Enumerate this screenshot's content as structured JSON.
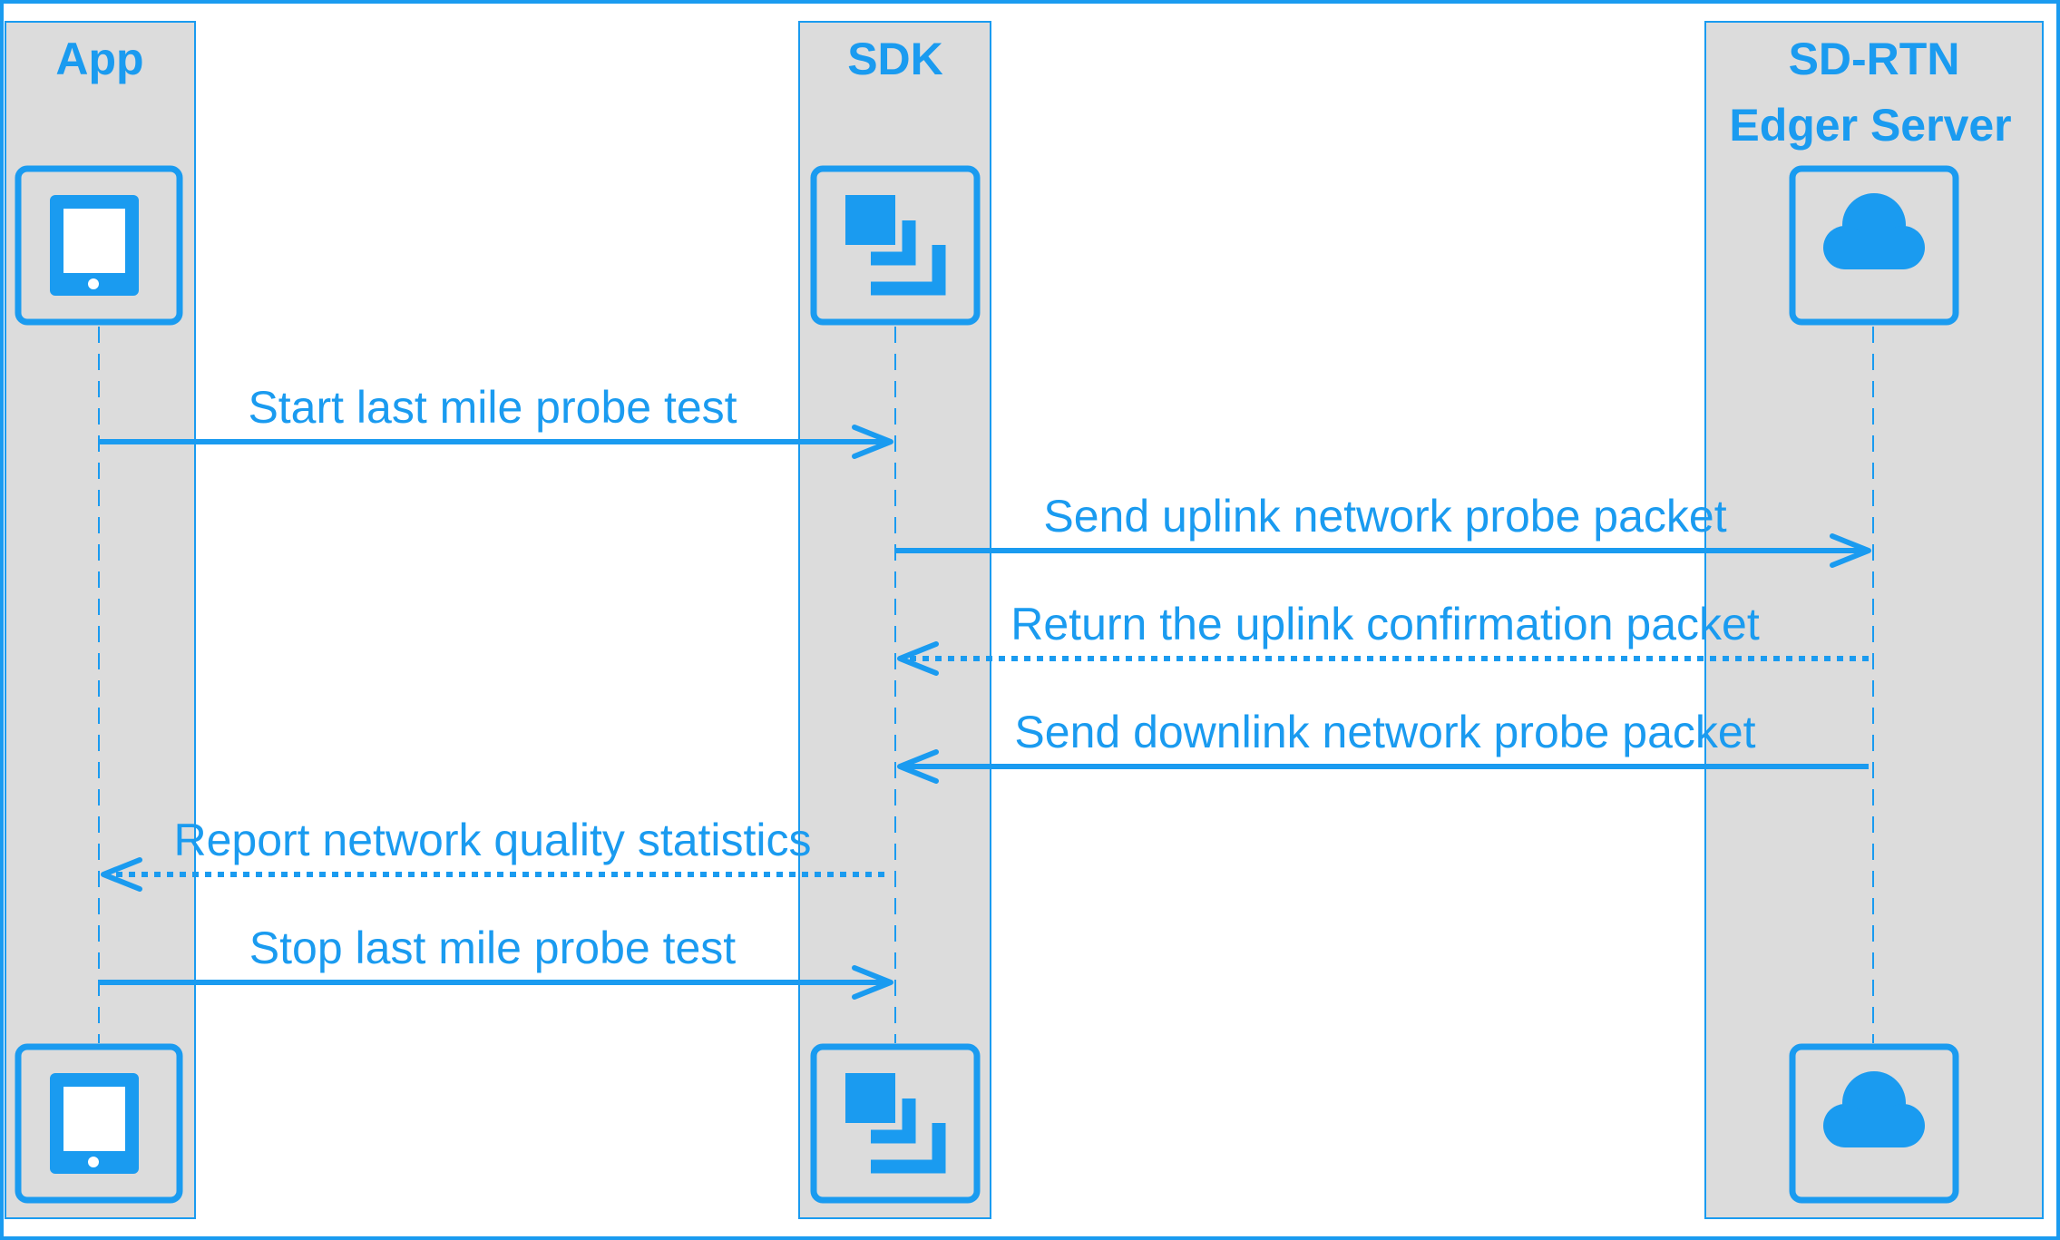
{
  "lanes": {
    "app": {
      "title": "App",
      "icon": "tablet-icon"
    },
    "sdk": {
      "title": "SDK",
      "icon": "layers-icon"
    },
    "server": {
      "title_line1": "SD-RTN",
      "title_line2": "Edger Server",
      "icon": "cloud-icon"
    }
  },
  "messages": [
    {
      "label": "Start last mile probe test",
      "from": "App",
      "to": "SDK",
      "style": "solid"
    },
    {
      "label": "Send uplink network probe packet",
      "from": "SDK",
      "to": "SD-RTN Edger Server",
      "style": "solid"
    },
    {
      "label": "Return the uplink confirmation packet",
      "from": "SD-RTN Edger Server",
      "to": "SDK",
      "style": "dotted"
    },
    {
      "label": "Send downlink network probe packet",
      "from": "SD-RTN Edger Server",
      "to": "SDK",
      "style": "solid"
    },
    {
      "label": "Report network quality statistics",
      "from": "SDK",
      "to": "App",
      "style": "dotted"
    },
    {
      "label": "Stop last mile probe test",
      "from": "App",
      "to": "SDK",
      "style": "solid"
    }
  ],
  "colors": {
    "accent": "#1a9bf0",
    "lane_background": "#dcdcdc",
    "background": "#ffffff"
  }
}
